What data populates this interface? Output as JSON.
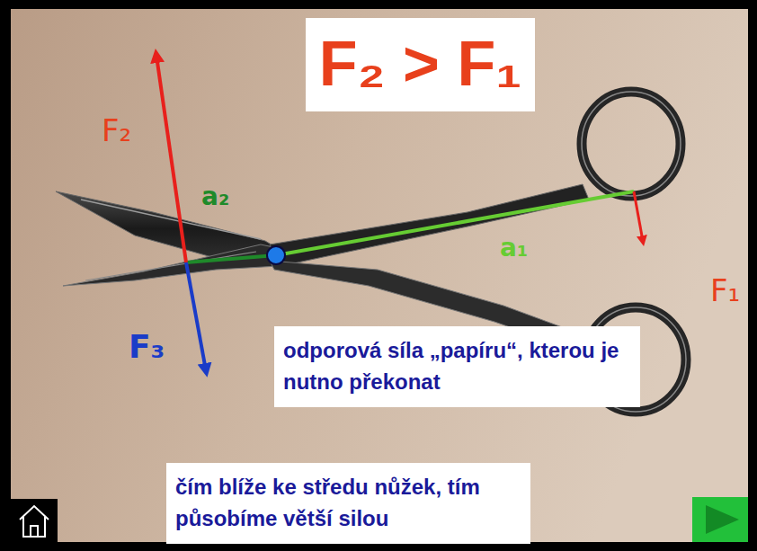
{
  "diagram": {
    "nodes": [
      {
        "text": [
          "F₂ > F₁"
        ]
      },
      {
        "text": [
          "odporová síla „papíru“, kterou je nutno překonat"
        ]
      },
      {
        "text": [
          "čím blíže ke středu nůžek, tím působíme větší silou"
        ]
      }
    ],
    "labels": [
      "F₂",
      "a₂",
      "a₁",
      "F₁",
      "F₃"
    ]
  }
}
